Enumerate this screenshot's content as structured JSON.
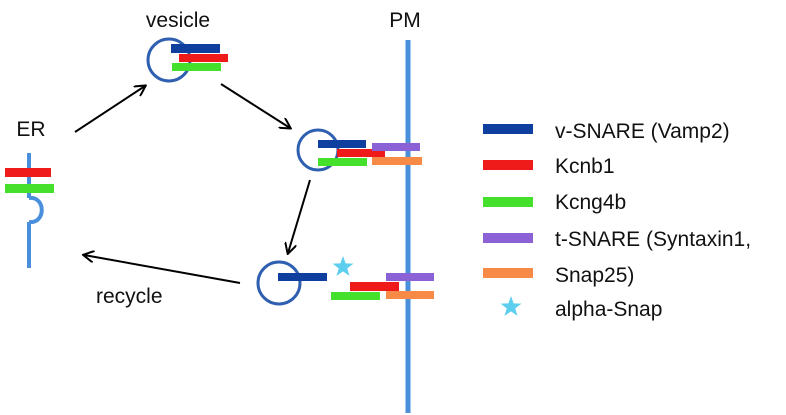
{
  "labels": {
    "vesicle": "vesicle",
    "pm": "PM",
    "er": "ER",
    "recycle": "recycle"
  },
  "colors": {
    "membrane": "#4a8fdc",
    "vesicle_outline": "#2e5fb0",
    "v_snare": "#0f3f9e",
    "kcnb1": "#ef1b1b",
    "kcng4b": "#44e02c",
    "t_snare": "#8a62d6",
    "snap25": "#f78a47",
    "alpha_snap": "#5ccfee",
    "arrow": "#000000"
  },
  "legend": [
    {
      "label": "v-SNARE (Vamp2)",
      "color": "#0f3f9e",
      "icon": "bar"
    },
    {
      "label": "Kcnb1",
      "color": "#ef1b1b",
      "icon": "bar"
    },
    {
      "label": "Kcng4b",
      "color": "#44e02c",
      "icon": "bar"
    },
    {
      "label": "t-SNARE (Syntaxin1,",
      "color": "#8a62d6",
      "icon": "bar"
    },
    {
      "label": "Snap25)",
      "color": "#f78a47",
      "icon": "bar"
    },
    {
      "label": "alpha-Snap",
      "color": "#5ccfee",
      "icon": "star"
    }
  ]
}
